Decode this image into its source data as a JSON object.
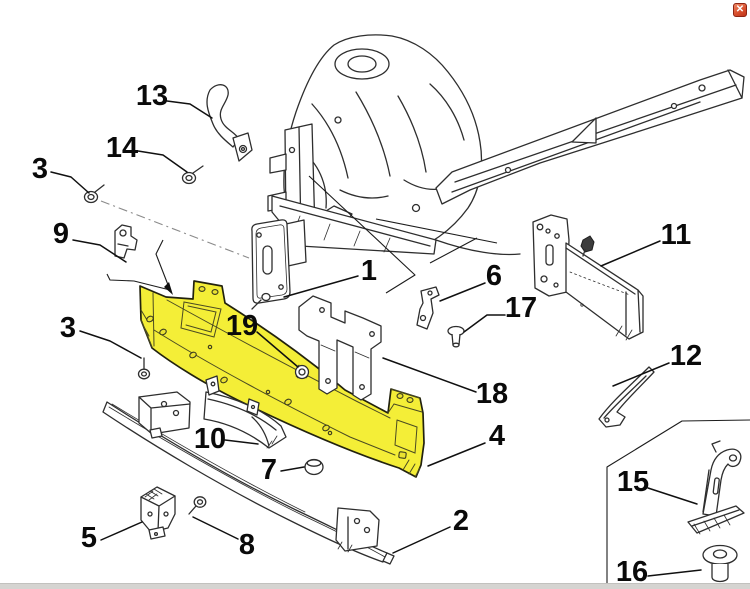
{
  "window": {
    "close_glyph": "✕"
  },
  "diagram": {
    "type": "exploded-parts-diagram",
    "highlight_color": "#F4EE37",
    "highlighted_part_number": "4",
    "labels": [
      {
        "part": "13",
        "text": "13"
      },
      {
        "part": "14",
        "text": "14"
      },
      {
        "part": "3",
        "text": "3"
      },
      {
        "part": "9",
        "text": "9"
      },
      {
        "part": "1",
        "text": "1"
      },
      {
        "part": "6",
        "text": "6"
      },
      {
        "part": "11",
        "text": "11"
      },
      {
        "part": "17",
        "text": "17"
      },
      {
        "part": "3",
        "text": "3"
      },
      {
        "part": "19",
        "text": "19"
      },
      {
        "part": "18",
        "text": "18"
      },
      {
        "part": "12",
        "text": "12"
      },
      {
        "part": "10",
        "text": "10"
      },
      {
        "part": "7",
        "text": "7"
      },
      {
        "part": "4",
        "text": "4"
      },
      {
        "part": "5",
        "text": "5"
      },
      {
        "part": "8",
        "text": "8"
      },
      {
        "part": "2",
        "text": "2"
      },
      {
        "part": "15",
        "text": "15"
      },
      {
        "part": "16",
        "text": "16"
      }
    ]
  }
}
